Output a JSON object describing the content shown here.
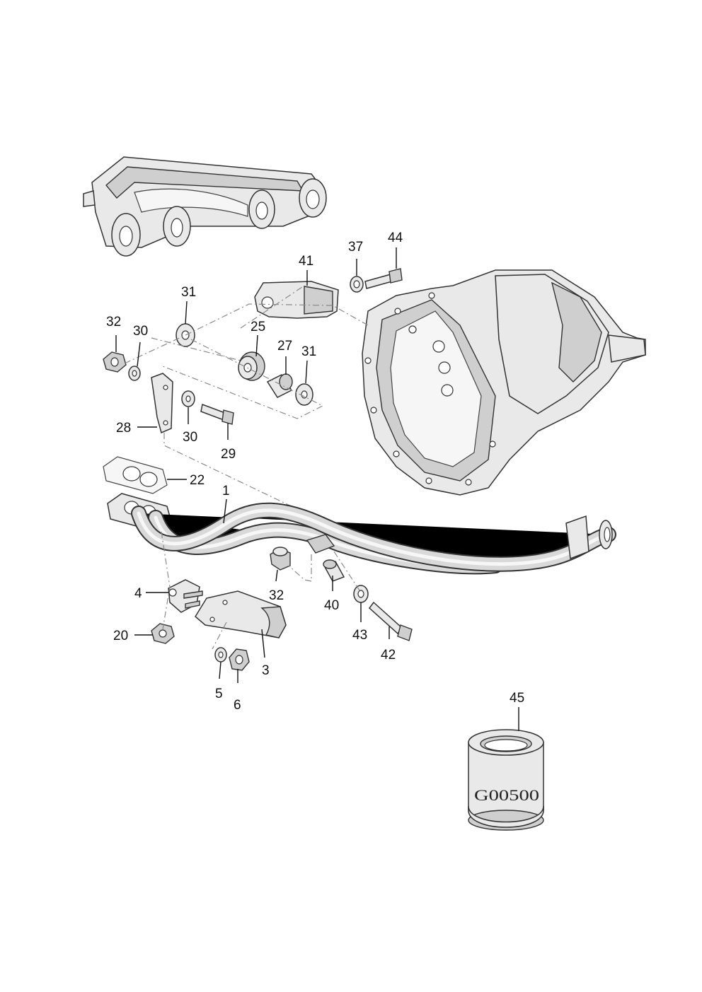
{
  "callouts": [
    {
      "id": "p1",
      "label": "1"
    },
    {
      "id": "p3",
      "label": "3"
    },
    {
      "id": "p4",
      "label": "4"
    },
    {
      "id": "p5",
      "label": "5"
    },
    {
      "id": "p6",
      "label": "6"
    },
    {
      "id": "p20",
      "label": "20"
    },
    {
      "id": "p22",
      "label": "22"
    },
    {
      "id": "p25",
      "label": "25"
    },
    {
      "id": "p27",
      "label": "27"
    },
    {
      "id": "p28",
      "label": "28"
    },
    {
      "id": "p29",
      "label": "29"
    },
    {
      "id": "p30a",
      "label": "30"
    },
    {
      "id": "p30b",
      "label": "30"
    },
    {
      "id": "p31a",
      "label": "31"
    },
    {
      "id": "p31b",
      "label": "31"
    },
    {
      "id": "p32a",
      "label": "32"
    },
    {
      "id": "p32b",
      "label": "32"
    },
    {
      "id": "p37",
      "label": "37"
    },
    {
      "id": "p40",
      "label": "40"
    },
    {
      "id": "p41",
      "label": "41"
    },
    {
      "id": "p42",
      "label": "42"
    },
    {
      "id": "p43",
      "label": "43"
    },
    {
      "id": "p44",
      "label": "44"
    },
    {
      "id": "p45",
      "label": "45"
    }
  ],
  "grease_can": {
    "code": "G00500"
  }
}
